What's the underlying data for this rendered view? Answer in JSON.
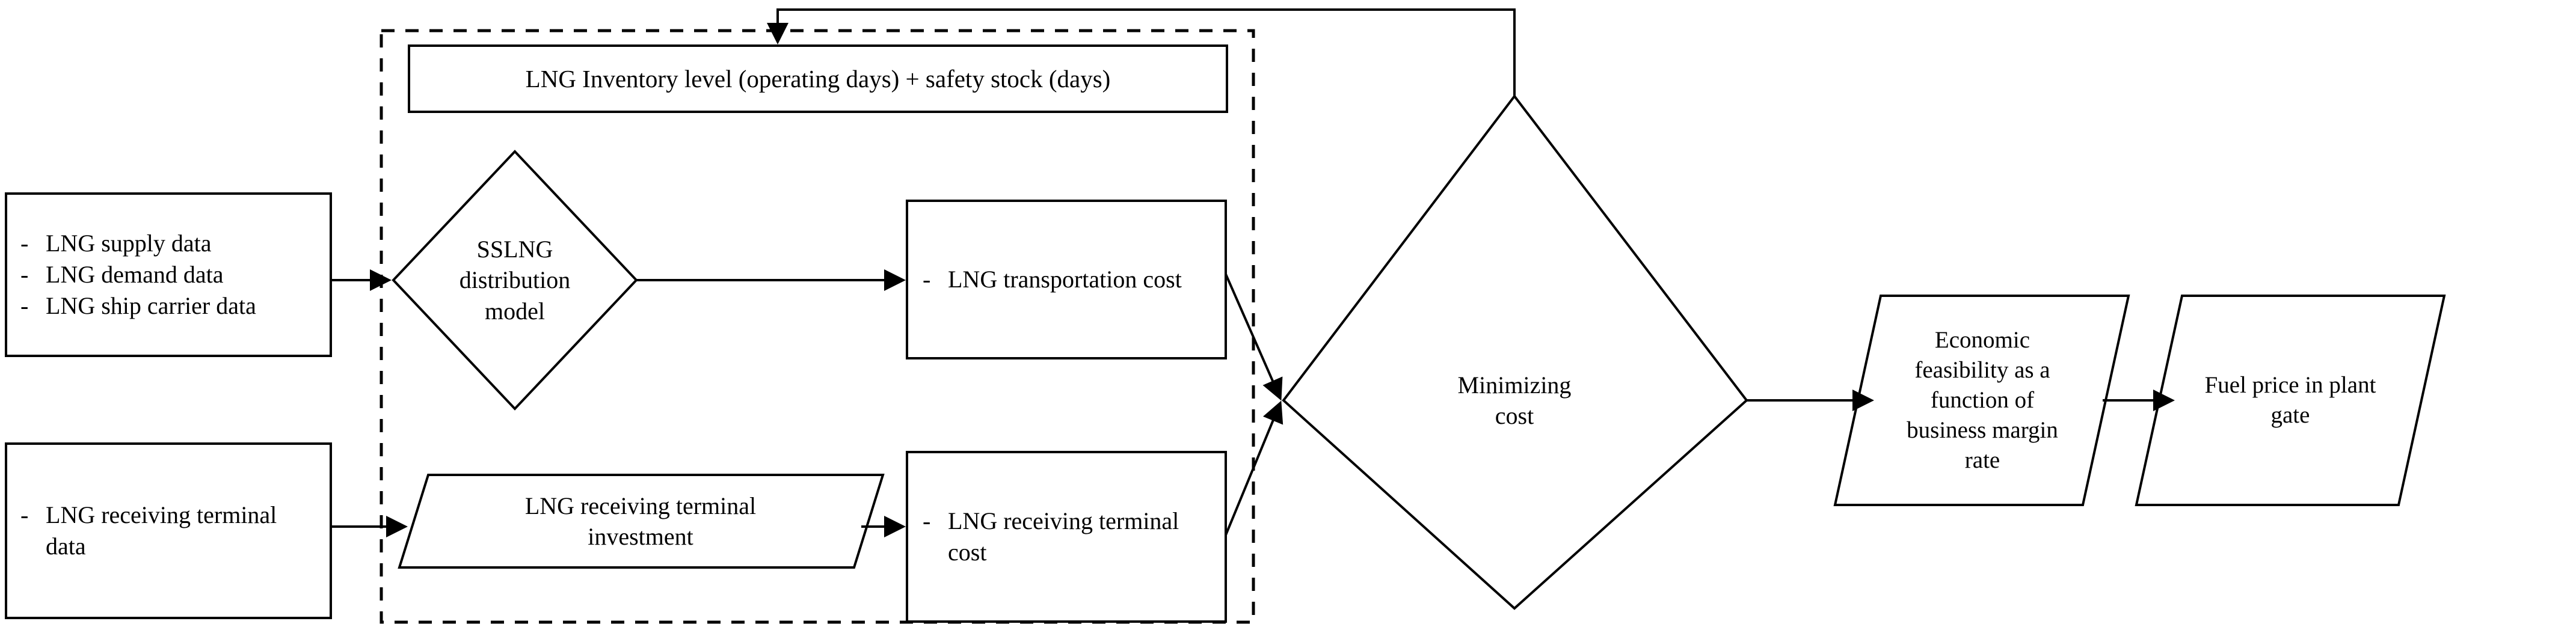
{
  "diagram": {
    "type": "flowchart",
    "title": "LNG supply chain economic feasibility model",
    "grouped_module_label": "LNG Inventory level (operating days) + safety stock (days)",
    "nodes": [
      {
        "id": "supply-inputs",
        "shape": "rectangle",
        "bullets": [
          "LNG supply data",
          "LNG demand data",
          "LNG ship carrier data"
        ],
        "bullet_marker": "-"
      },
      {
        "id": "inventory-level",
        "shape": "rectangle",
        "text": "LNG Inventory level (operating days) + safety stock (days)"
      },
      {
        "id": "sslng-model",
        "shape": "diamond",
        "text": "SSLNG\ndistribution\nmodel"
      },
      {
        "id": "transportation-cost",
        "shape": "rectangle",
        "bullets": [
          "LNG\ntransportation cost"
        ],
        "bullet_marker": "-"
      },
      {
        "id": "terminal-inputs",
        "shape": "rectangle",
        "bullets": [
          "LNG receiving\nterminal data"
        ],
        "bullet_marker": "-"
      },
      {
        "id": "terminal-investment",
        "shape": "parallelogram",
        "text": "LNG receiving terminal\ninvestment"
      },
      {
        "id": "terminal-cost",
        "shape": "rectangle",
        "bullets": [
          "LNG receiving\nterminal cost"
        ],
        "bullet_marker": "-"
      },
      {
        "id": "minimizing-cost",
        "shape": "diamond",
        "text": "Minimizing\ncost"
      },
      {
        "id": "economic-feasibility",
        "shape": "parallelogram",
        "text": "Economic\nfeasibility as a\nfunction of\nbusiness margin\nrate"
      },
      {
        "id": "fuel-price",
        "shape": "parallelogram",
        "text": "Fuel price in plant\ngate"
      }
    ],
    "edges": [
      {
        "from": "supply-inputs",
        "to": "sslng-model",
        "style": "arrow"
      },
      {
        "from": "sslng-model",
        "to": "transportation-cost",
        "style": "arrow"
      },
      {
        "from": "terminal-inputs",
        "to": "terminal-investment",
        "style": "arrow"
      },
      {
        "from": "terminal-investment",
        "to": "terminal-cost",
        "style": "arrow"
      },
      {
        "from": "transportation-cost",
        "to": "minimizing-cost",
        "style": "arrow"
      },
      {
        "from": "terminal-cost",
        "to": "minimizing-cost",
        "style": "arrow"
      },
      {
        "from": "minimizing-cost",
        "to": "economic-feasibility",
        "style": "arrow"
      },
      {
        "from": "economic-feasibility",
        "to": "fuel-price",
        "style": "arrow"
      },
      {
        "from": "minimizing-cost",
        "to": "inventory-level",
        "style": "feedback-arrow"
      }
    ],
    "colors": {
      "stroke": "#000000",
      "fill": "#ffffff",
      "text": "#000000"
    }
  },
  "labels": {
    "supply_bullet_1": "LNG supply data",
    "supply_bullet_2": "LNG demand data",
    "supply_bullet_3": "LNG ship carrier data",
    "bullet_marker": "-",
    "inventory_level": "LNG Inventory level (operating days) + safety stock (days)",
    "sslng_model_line1": "SSLNG",
    "sslng_model_line2": "distribution",
    "sslng_model_line3": "model",
    "transportation_cost": "LNG\ntransportation cost",
    "terminal_data": "LNG receiving\nterminal data",
    "terminal_investment": "LNG receiving terminal\ninvestment",
    "terminal_cost": "LNG receiving\nterminal cost",
    "minimizing_cost": "Minimizing\ncost",
    "economic_feasibility": "Economic\nfeasibility as a\nfunction of\nbusiness margin\nrate",
    "fuel_price": "Fuel price in plant\ngate"
  }
}
